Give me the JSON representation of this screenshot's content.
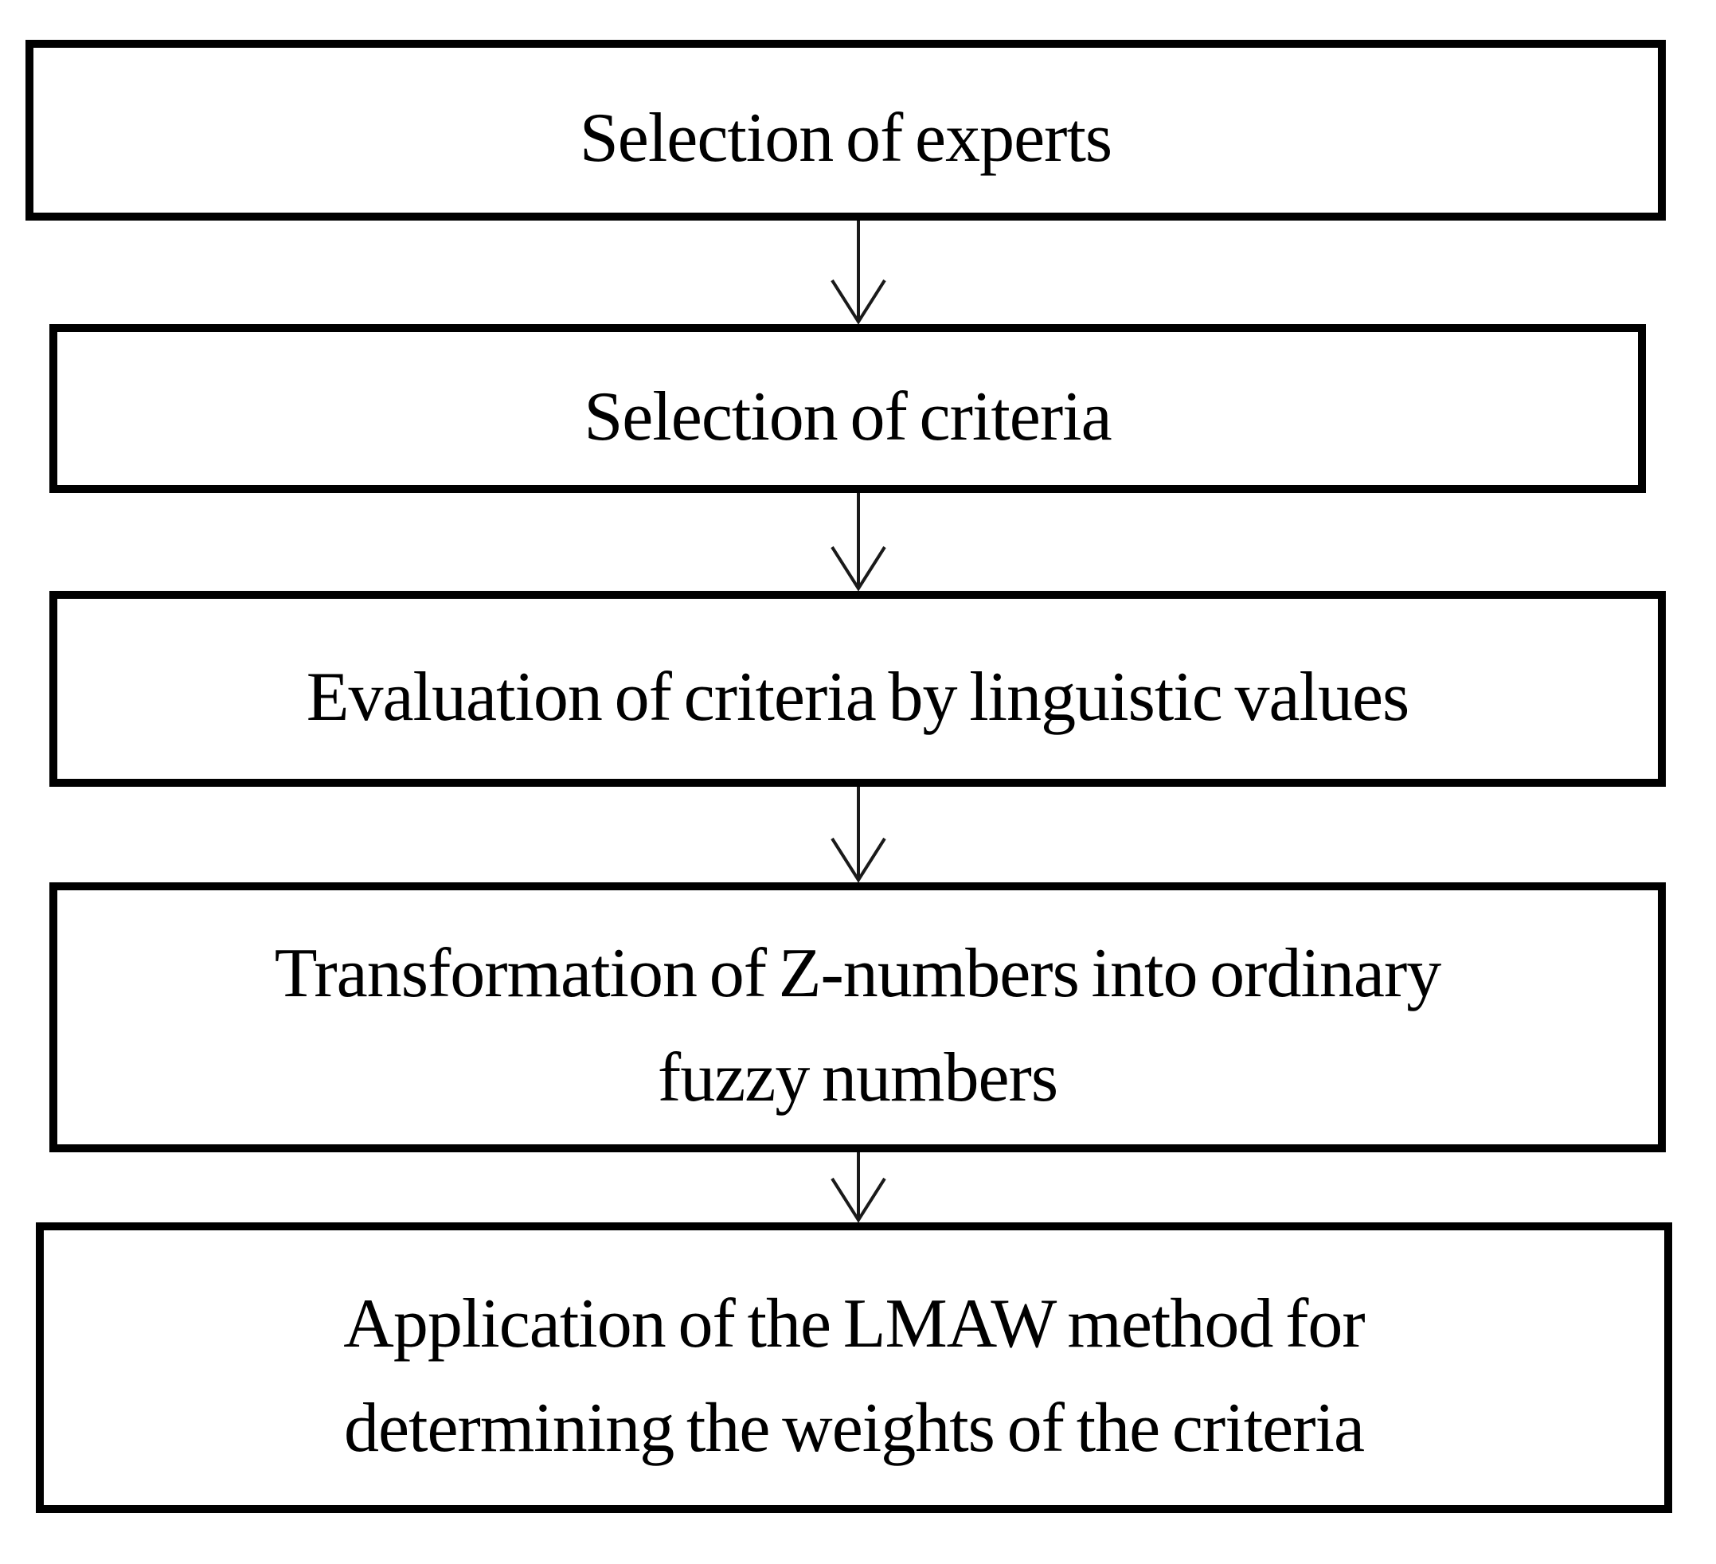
{
  "diagram": {
    "type": "flowchart",
    "direction": "top-down",
    "background_color": "#ffffff",
    "box_border_color": "#000000",
    "box_fill_color": "#ffffff",
    "text_color": "#000000",
    "arrow_color": "#1a1a1a",
    "arrow_style": "open-chevron-down",
    "boxes": [
      {
        "id": "step-1",
        "lines": [
          "Selection of experts"
        ]
      },
      {
        "id": "step-2",
        "lines": [
          "Selection of criteria"
        ]
      },
      {
        "id": "step-3",
        "lines": [
          "Evaluation of criteria by linguistic values"
        ]
      },
      {
        "id": "step-4",
        "lines": [
          "Transformation of Z-numbers into ordinary",
          "fuzzy numbers"
        ]
      },
      {
        "id": "step-5",
        "lines": [
          "Application of the LMAW method for",
          "determining the weights of the criteria"
        ]
      }
    ],
    "edges": [
      {
        "from": "step-1",
        "to": "step-2"
      },
      {
        "from": "step-2",
        "to": "step-3"
      },
      {
        "from": "step-3",
        "to": "step-4"
      },
      {
        "from": "step-4",
        "to": "step-5"
      }
    ]
  }
}
